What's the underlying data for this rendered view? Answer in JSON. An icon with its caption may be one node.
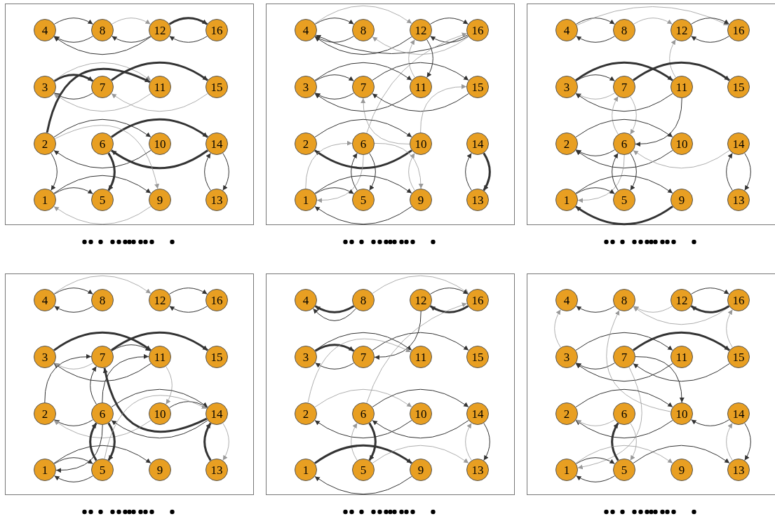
{
  "diagram": {
    "nodes": [
      {
        "text": [],
        "shape": "box"
      },
      {
        "text": [
          "4"
        ],
        "in": 0
      },
      {
        "text": [
          "8"
        ],
        "in": 0
      },
      {
        "text": [
          "12"
        ],
        "in": 0
      },
      {
        "text": [
          "16"
        ],
        "in": 0
      },
      {
        "text": [
          "3"
        ],
        "in": 0
      },
      {
        "text": [
          "7"
        ],
        "in": 0
      },
      {
        "text": [
          "11"
        ],
        "in": 0
      },
      {
        "text": [
          "15"
        ],
        "in": 0
      },
      {
        "text": [
          "2"
        ],
        "in": 0
      },
      {
        "text": [
          "6"
        ],
        "in": 0
      },
      {
        "text": [
          "10"
        ],
        "in": 0
      },
      {
        "text": [
          "14"
        ],
        "in": 0
      },
      {
        "text": [
          "1"
        ],
        "in": 0
      },
      {
        "text": [
          "5"
        ],
        "in": 0
      },
      {
        "text": [
          "9"
        ],
        "in": 0
      },
      {
        "text": [
          "13"
        ],
        "in": 0
      },
      {
        "text": [],
        "shape": "box"
      },
      {
        "text": [
          "4"
        ],
        "in": 17
      },
      {
        "text": [
          "8"
        ],
        "in": 17
      },
      {
        "text": [
          "12"
        ],
        "in": 17
      },
      {
        "text": [
          "16"
        ],
        "in": 17
      },
      {
        "text": [
          "3"
        ],
        "in": 17
      },
      {
        "text": [
          "7"
        ],
        "in": 17
      },
      {
        "text": [
          "11"
        ],
        "in": 17
      },
      {
        "text": [
          "15"
        ],
        "in": 17
      },
      {
        "text": [
          "2"
        ],
        "in": 17
      },
      {
        "text": [
          "6"
        ],
        "in": 17
      },
      {
        "text": [
          "10"
        ],
        "in": 17
      },
      {
        "text": [
          "14"
        ],
        "in": 17
      },
      {
        "text": [
          "1"
        ],
        "in": 17
      },
      {
        "text": [
          "5"
        ],
        "in": 17
      },
      {
        "text": [
          "9"
        ],
        "in": 17
      },
      {
        "text": [
          "13"
        ],
        "in": 17
      },
      {
        "text": [],
        "shape": "box"
      },
      {
        "text": [
          "4"
        ],
        "in": 34
      },
      {
        "text": [
          "8"
        ],
        "in": 34
      },
      {
        "text": [
          "12"
        ],
        "in": 34
      },
      {
        "text": [
          "16"
        ],
        "in": 34
      },
      {
        "text": [
          "3"
        ],
        "in": 34
      },
      {
        "text": [
          "7"
        ],
        "in": 34
      },
      {
        "text": [
          "11"
        ],
        "in": 34
      },
      {
        "text": [
          "15"
        ],
        "in": 34
      },
      {
        "text": [
          "2"
        ],
        "in": 34
      },
      {
        "text": [
          "6"
        ],
        "in": 34
      },
      {
        "text": [
          "10"
        ],
        "in": 34
      },
      {
        "text": [
          "14"
        ],
        "in": 34
      },
      {
        "text": [
          "1"
        ],
        "in": 34
      },
      {
        "text": [
          "5"
        ],
        "in": 34
      },
      {
        "text": [
          "9"
        ],
        "in": 34
      },
      {
        "text": [
          "13"
        ],
        "in": 34
      },
      {
        "text": [],
        "shape": "box"
      },
      {
        "text": [
          "4"
        ],
        "in": 51
      },
      {
        "text": [
          "8"
        ],
        "in": 51
      },
      {
        "text": [
          "12"
        ],
        "in": 51
      },
      {
        "text": [
          "16"
        ],
        "in": 51
      },
      {
        "text": [
          "3"
        ],
        "in": 51
      },
      {
        "text": [
          "7"
        ],
        "in": 51
      },
      {
        "text": [
          "11"
        ],
        "in": 51
      },
      {
        "text": [
          "15"
        ],
        "in": 51
      },
      {
        "text": [
          "2"
        ],
        "in": 51
      },
      {
        "text": [
          "6"
        ],
        "in": 51
      },
      {
        "text": [
          "10"
        ],
        "in": 51
      },
      {
        "text": [
          "14"
        ],
        "in": 51
      },
      {
        "text": [
          "1"
        ],
        "in": 51
      },
      {
        "text": [
          "5"
        ],
        "in": 51
      },
      {
        "text": [
          "9"
        ],
        "in": 51
      },
      {
        "text": [
          "13"
        ],
        "in": 51
      },
      {
        "text": [],
        "shape": "box"
      },
      {
        "text": [
          "4"
        ],
        "in": 68
      },
      {
        "text": [
          "8"
        ],
        "in": 68
      },
      {
        "text": [
          "12"
        ],
        "in": 68
      },
      {
        "text": [
          "16"
        ],
        "in": 68
      },
      {
        "text": [
          "3"
        ],
        "in": 68
      },
      {
        "text": [
          "7"
        ],
        "in": 68
      },
      {
        "text": [
          "11"
        ],
        "in": 68
      },
      {
        "text": [
          "15"
        ],
        "in": 68
      },
      {
        "text": [
          "2"
        ],
        "in": 68
      },
      {
        "text": [
          "6"
        ],
        "in": 68
      },
      {
        "text": [
          "10"
        ],
        "in": 68
      },
      {
        "text": [
          "14"
        ],
        "in": 68
      },
      {
        "text": [
          "1"
        ],
        "in": 68
      },
      {
        "text": [
          "5"
        ],
        "in": 68
      },
      {
        "text": [
          "9"
        ],
        "in": 68
      },
      {
        "text": [
          "13"
        ],
        "in": 68
      },
      {
        "text": [],
        "shape": "box"
      },
      {
        "text": [
          "4"
        ],
        "in": 85
      },
      {
        "text": [
          "8"
        ],
        "in": 85
      },
      {
        "text": [
          "12"
        ],
        "in": 85
      },
      {
        "text": [
          "16"
        ],
        "in": 85
      },
      {
        "text": [
          "3"
        ],
        "in": 85
      },
      {
        "text": [
          "7"
        ],
        "in": 85
      },
      {
        "text": [
          "11"
        ],
        "in": 85
      },
      {
        "text": [
          "15"
        ],
        "in": 85
      },
      {
        "text": [
          "2"
        ],
        "in": 85
      },
      {
        "text": [
          "6"
        ],
        "in": 85
      },
      {
        "text": [
          "10"
        ],
        "in": 85
      },
      {
        "text": [
          "14"
        ],
        "in": 85
      },
      {
        "text": [
          "1"
        ],
        "in": 85
      },
      {
        "text": [
          "5"
        ],
        "in": 85
      },
      {
        "text": [
          "9"
        ],
        "in": 85
      },
      {
        "text": [
          "13"
        ],
        "in": 85
      }
    ],
    "edges": [
      {
        "from": 1,
        "to": 2,
        "arrow": "to"
      },
      {
        "from": 2,
        "to": 1,
        "arrow": "to"
      },
      {
        "from": 3,
        "to": 1,
        "arrow": "to"
      },
      {
        "from": 2,
        "to": 3,
        "arrow": "to",
        "color": "#999999"
      },
      {
        "from": 3,
        "to": 2,
        "arrow": "to"
      },
      {
        "from": 3,
        "to": 4,
        "arrow": "to",
        "style": "thick"
      },
      {
        "from": 4,
        "to": 3,
        "arrow": "to"
      },
      {
        "from": 5,
        "to": 6,
        "arrow": "to",
        "style": "thick"
      },
      {
        "from": 6,
        "to": 5,
        "arrow": "to"
      },
      {
        "from": 5,
        "to": 7,
        "arrow": "to",
        "color": "#999999"
      },
      {
        "from": 7,
        "to": 5,
        "arrow": "to",
        "color": "#999999"
      },
      {
        "from": 6,
        "to": 8,
        "arrow": "to",
        "style": "thick"
      },
      {
        "from": 8,
        "to": 6,
        "arrow": "to",
        "color": "#999999"
      },
      {
        "from": 9,
        "to": 7,
        "arrow": "to",
        "style": "thick"
      },
      {
        "from": 9,
        "to": 11,
        "arrow": "to"
      },
      {
        "from": 11,
        "to": 9,
        "arrow": "to"
      },
      {
        "from": 10,
        "to": 12,
        "arrow": "to",
        "style": "thick"
      },
      {
        "from": 12,
        "to": 10,
        "arrow": "to",
        "style": "thick"
      },
      {
        "from": 9,
        "to": 15,
        "arrow": "to",
        "color": "#999999"
      },
      {
        "from": 10,
        "to": 14,
        "arrow": "to",
        "style": "thick"
      },
      {
        "from": 9,
        "to": 13,
        "arrow": "to"
      },
      {
        "from": 13,
        "to": 14,
        "arrow": "to"
      },
      {
        "from": 13,
        "to": 15,
        "arrow": "to"
      },
      {
        "from": 15,
        "to": 13,
        "arrow": "to",
        "color": "#999999"
      },
      {
        "from": 16,
        "to": 12,
        "arrow": "to"
      },
      {
        "from": 12,
        "to": 16,
        "arrow": "to"
      },
      {
        "from": 18,
        "to": 19,
        "arrow": "to"
      },
      {
        "from": 19,
        "to": 18,
        "arrow": "to"
      },
      {
        "from": 18,
        "to": 20,
        "arrow": "to",
        "color": "#999999"
      },
      {
        "from": 20,
        "to": 18,
        "arrow": "to"
      },
      {
        "from": 21,
        "to": 18,
        "arrow": "to"
      },
      {
        "from": 21,
        "to": 19,
        "arrow": "to",
        "color": "#999999"
      },
      {
        "from": 20,
        "to": 21,
        "arrow": "to"
      },
      {
        "from": 21,
        "to": 20,
        "arrow": "to"
      },
      {
        "from": 20,
        "to": 24,
        "arrow": "to"
      },
      {
        "from": 24,
        "to": 20,
        "arrow": "to",
        "color": "#999999"
      },
      {
        "from": 27,
        "to": 21,
        "arrow": "to",
        "color": "#999999"
      },
      {
        "from": 22,
        "to": 23,
        "arrow": "to"
      },
      {
        "from": 23,
        "to": 22,
        "arrow": "to"
      },
      {
        "from": 22,
        "to": 24,
        "arrow": "to"
      },
      {
        "from": 24,
        "to": 22,
        "arrow": "to"
      },
      {
        "from": 23,
        "to": 25,
        "arrow": "to"
      },
      {
        "from": 25,
        "to": 23,
        "arrow": "to"
      },
      {
        "from": 28,
        "to": 23,
        "arrow": "to",
        "color": "#999999"
      },
      {
        "from": 28,
        "to": 25,
        "arrow": "to",
        "color": "#999999"
      },
      {
        "from": 26,
        "to": 28,
        "arrow": "to"
      },
      {
        "from": 28,
        "to": 26,
        "arrow": "to",
        "style": "thick"
      },
      {
        "from": 27,
        "to": 31,
        "arrow": "to"
      },
      {
        "from": 31,
        "to": 27,
        "arrow": "to"
      },
      {
        "from": 30,
        "to": 27,
        "arrow": "to",
        "color": "#999999"
      },
      {
        "from": 27,
        "to": 30,
        "arrow": "to",
        "color": "#999999"
      },
      {
        "from": 27,
        "to": 32,
        "arrow": "to",
        "color": "#999999"
      },
      {
        "from": 32,
        "to": 28,
        "arrow": "to",
        "color": "#999999"
      },
      {
        "from": 30,
        "to": 31,
        "arrow": "to"
      },
      {
        "from": 30,
        "to": 32,
        "arrow": "to"
      },
      {
        "from": 32,
        "to": 30,
        "arrow": "to"
      },
      {
        "from": 29,
        "to": 33,
        "arrow": "to",
        "style": "thick"
      },
      {
        "from": 33,
        "to": 29,
        "arrow": "to"
      },
      {
        "from": 35,
        "to": 36,
        "arrow": "to"
      },
      {
        "from": 36,
        "to": 35,
        "arrow": "to"
      },
      {
        "from": 35,
        "to": 38,
        "arrow": "to",
        "color": "#999999"
      },
      {
        "from": 36,
        "to": 37,
        "arrow": "to",
        "color": "#999999"
      },
      {
        "from": 37,
        "to": 38,
        "arrow": "to"
      },
      {
        "from": 38,
        "to": 37,
        "arrow": "to"
      },
      {
        "from": 41,
        "to": 37,
        "arrow": "to",
        "color": "#999999"
      },
      {
        "from": 39,
        "to": 40,
        "arrow": "to"
      },
      {
        "from": 40,
        "to": 39,
        "arrow": "to",
        "color": "#999999"
      },
      {
        "from": 39,
        "to": 41,
        "arrow": "to",
        "style": "thick"
      },
      {
        "from": 41,
        "to": 39,
        "arrow": "to"
      },
      {
        "from": 40,
        "to": 42,
        "arrow": "to",
        "style": "thick"
      },
      {
        "from": 41,
        "to": 44,
        "arrow": "to"
      },
      {
        "from": 44,
        "to": 40,
        "arrow": "to",
        "color": "#999999"
      },
      {
        "from": 40,
        "to": 44,
        "arrow": "to",
        "color": "#999999"
      },
      {
        "from": 44,
        "to": 43,
        "arrow": "to"
      },
      {
        "from": 43,
        "to": 45,
        "arrow": "to"
      },
      {
        "from": 45,
        "to": 43,
        "arrow": "to"
      },
      {
        "from": 46,
        "to": 44,
        "arrow": "to",
        "color": "#999999"
      },
      {
        "from": 44,
        "to": 47,
        "arrow": "to",
        "color": "#999999"
      },
      {
        "from": 44,
        "to": 48,
        "arrow": "to"
      },
      {
        "from": 48,
        "to": 44,
        "arrow": "to"
      },
      {
        "from": 47,
        "to": 48,
        "arrow": "to"
      },
      {
        "from": 47,
        "to": 49,
        "arrow": "to"
      },
      {
        "from": 49,
        "to": 47,
        "arrow": "to",
        "style": "thick"
      },
      {
        "from": 50,
        "to": 46,
        "arrow": "to"
      },
      {
        "from": 46,
        "to": 50,
        "arrow": "to"
      },
      {
        "from": 52,
        "to": 53,
        "arrow": "to"
      },
      {
        "from": 53,
        "to": 52,
        "arrow": "to"
      },
      {
        "from": 52,
        "to": 54,
        "arrow": "to",
        "color": "#999999"
      },
      {
        "from": 54,
        "to": 55,
        "arrow": "to"
      },
      {
        "from": 55,
        "to": 54,
        "arrow": "to"
      },
      {
        "from": 56,
        "to": 58,
        "arrow": "to",
        "style": "thick"
      },
      {
        "from": 58,
        "to": 56,
        "arrow": "to"
      },
      {
        "from": 57,
        "to": 56,
        "arrow": "to",
        "color": "#999999"
      },
      {
        "from": 57,
        "to": 59,
        "arrow": "to",
        "style": "thick"
      },
      {
        "from": 57,
        "to": 58,
        "arrow": "to"
      },
      {
        "from": 61,
        "to": 58,
        "arrow": "to"
      },
      {
        "from": 60,
        "to": 57,
        "arrow": "to"
      },
      {
        "from": 61,
        "to": 57,
        "arrow": "to"
      },
      {
        "from": 63,
        "to": 57,
        "arrow": "to",
        "style": "thick"
      },
      {
        "from": 61,
        "to": 60,
        "arrow": "to"
      },
      {
        "from": 62,
        "to": 60,
        "arrow": "to",
        "color": "#999999"
      },
      {
        "from": 58,
        "to": 62,
        "arrow": "to",
        "color": "#999999"
      },
      {
        "from": 61,
        "to": 63,
        "arrow": "to"
      },
      {
        "from": 62,
        "to": 63,
        "arrow": "to"
      },
      {
        "from": 63,
        "to": 61,
        "arrow": "to"
      },
      {
        "from": 61,
        "to": 64,
        "arrow": "to"
      },
      {
        "from": 61,
        "to": 65,
        "arrow": "to",
        "style": "thick"
      },
      {
        "from": 65,
        "to": 61,
        "arrow": "to",
        "style": "thick"
      },
      {
        "from": 65,
        "to": 63,
        "arrow": "to",
        "color": "#999999"
      },
      {
        "from": 64,
        "to": 65,
        "arrow": "to"
      },
      {
        "from": 65,
        "to": 64,
        "arrow": "to"
      },
      {
        "from": 64,
        "to": 66,
        "arrow": "to"
      },
      {
        "from": 67,
        "to": 63,
        "arrow": "to",
        "style": "thick"
      },
      {
        "from": 63,
        "to": 67,
        "arrow": "to",
        "color": "#999999"
      },
      {
        "from": 70,
        "to": 69,
        "arrow": "to",
        "style": "thick"
      },
      {
        "from": 70,
        "to": 69,
        "arrow": "to"
      },
      {
        "from": 70,
        "to": 72,
        "arrow": "to",
        "color": "#999999"
      },
      {
        "from": 71,
        "to": 72,
        "arrow": "to"
      },
      {
        "from": 72,
        "to": 71,
        "arrow": "to",
        "style": "thick"
      },
      {
        "from": 71,
        "to": 74,
        "arrow": "to"
      },
      {
        "from": 78,
        "to": 72,
        "arrow": "to",
        "color": "#999999"
      },
      {
        "from": 73,
        "to": 74,
        "arrow": "to",
        "style": "thick"
      },
      {
        "from": 74,
        "to": 73,
        "arrow": "to"
      },
      {
        "from": 73,
        "to": 75,
        "arrow": "to"
      },
      {
        "from": 74,
        "to": 76,
        "arrow": "to"
      },
      {
        "from": 77,
        "to": 75,
        "arrow": "to",
        "color": "#999999"
      },
      {
        "from": 77,
        "to": 79,
        "arrow": "to",
        "color": "#999999"
      },
      {
        "from": 79,
        "to": 77,
        "arrow": "to"
      },
      {
        "from": 78,
        "to": 80,
        "arrow": "to"
      },
      {
        "from": 80,
        "to": 78,
        "arrow": "to"
      },
      {
        "from": 78,
        "to": 82,
        "arrow": "to",
        "style": "thick"
      },
      {
        "from": 82,
        "to": 78,
        "arrow": "to",
        "color": "#999999"
      },
      {
        "from": 81,
        "to": 83,
        "arrow": "to",
        "style": "thick"
      },
      {
        "from": 83,
        "to": 81,
        "arrow": "to"
      },
      {
        "from": 82,
        "to": 84,
        "arrow": "to",
        "color": "#999999"
      },
      {
        "from": 80,
        "to": 84,
        "arrow": "to"
      },
      {
        "from": 84,
        "to": 80,
        "arrow": "to",
        "color": "#999999"
      },
      {
        "from": 87,
        "to": 86,
        "arrow": "to"
      },
      {
        "from": 88,
        "to": 87,
        "arrow": "to",
        "color": "#999999"
      },
      {
        "from": 89,
        "to": 87,
        "arrow": "to",
        "color": "#999999"
      },
      {
        "from": 88,
        "to": 89,
        "arrow": "to"
      },
      {
        "from": 89,
        "to": 88,
        "arrow": "to",
        "style": "thick"
      },
      {
        "from": 90,
        "to": 86,
        "arrow": "to",
        "color": "#999999"
      },
      {
        "from": 93,
        "to": 89,
        "arrow": "to",
        "color": "#999999"
      },
      {
        "from": 90,
        "to": 92,
        "arrow": "to"
      },
      {
        "from": 92,
        "to": 90,
        "arrow": "to"
      },
      {
        "from": 91,
        "to": 90,
        "arrow": "to"
      },
      {
        "from": 91,
        "to": 93,
        "arrow": "to",
        "style": "thick"
      },
      {
        "from": 93,
        "to": 91,
        "arrow": "to"
      },
      {
        "from": 96,
        "to": 87,
        "arrow": "to",
        "color": "#999999"
      },
      {
        "from": 91,
        "to": 96,
        "arrow": "to"
      },
      {
        "from": 91,
        "to": 98,
        "arrow": "to",
        "color": "#999999"
      },
      {
        "from": 94,
        "to": 96,
        "arrow": "to"
      },
      {
        "from": 96,
        "to": 94,
        "arrow": "to"
      },
      {
        "from": 95,
        "to": 94,
        "arrow": "to",
        "color": "#999999"
      },
      {
        "from": 97,
        "to": 96,
        "arrow": "to"
      },
      {
        "from": 95,
        "to": 99,
        "arrow": "to",
        "color": "#999999"
      },
      {
        "from": 99,
        "to": 95,
        "arrow": "to",
        "style": "thick"
      },
      {
        "from": 98,
        "to": 99,
        "arrow": "to"
      },
      {
        "from": 99,
        "to": 98,
        "arrow": "to"
      },
      {
        "from": 98,
        "to": 100,
        "arrow": "to",
        "color": "#999999"
      },
      {
        "from": 99,
        "to": 101,
        "arrow": "to"
      },
      {
        "from": 97,
        "to": 101,
        "arrow": "to"
      },
      {
        "from": 101,
        "to": 97,
        "arrow": "to",
        "color": "#999999"
      }
    ]
  }
}
